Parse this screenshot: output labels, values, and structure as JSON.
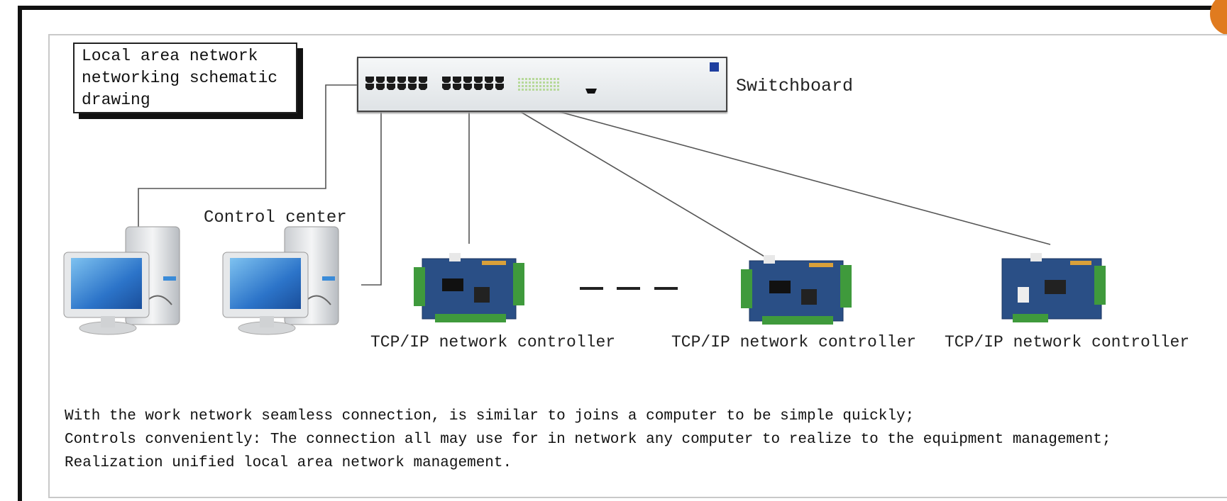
{
  "diagram": {
    "title": "Local area network\nnetworking schematic\ndrawing",
    "switch_label": "Switchboard",
    "control_center_label": "Control center",
    "controllers": [
      {
        "label": "TCP/IP network controller"
      },
      {
        "label": "TCP/IP network controller"
      },
      {
        "label": "TCP/IP network controller"
      }
    ],
    "description": [
      "With the work network seamless connection, is similar to joins a computer to be simple quickly;",
      "Controls conveniently: The connection all may use for in network any computer to realize to the equipment management;",
      "Realization unified local area network management."
    ],
    "colors": {
      "frame": "#111111",
      "panel_border": "#c9c9c9",
      "accent": "#e07b1f",
      "board": "#2a4f86",
      "terminal": "#3f9a3c",
      "monitor_screen": "#2c74c9"
    }
  }
}
